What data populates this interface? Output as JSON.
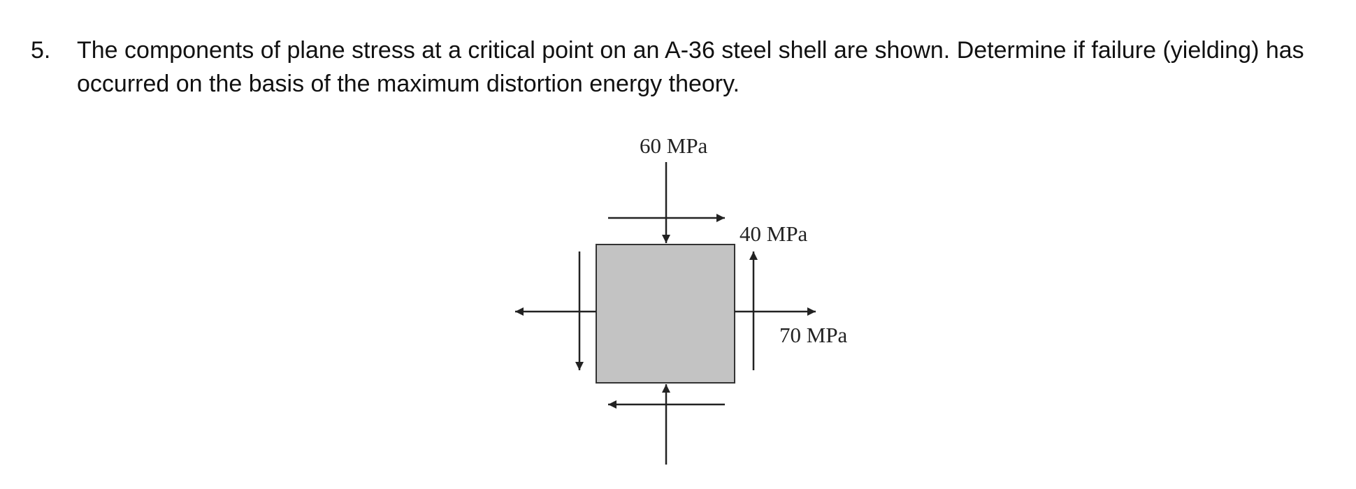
{
  "problem": {
    "number": "5.",
    "text": "The components of plane stress at a critical point on an A-36 steel shell are shown. Determine if failure (yielding) has occurred on the basis of the maximum distortion energy theory."
  },
  "figure": {
    "labels": {
      "normal_y": "60 MPa",
      "shear": "40 MPa",
      "normal_x": "70 MPa"
    },
    "colors": {
      "element_fill": "#c3c3c3",
      "stroke": "#222222"
    }
  }
}
